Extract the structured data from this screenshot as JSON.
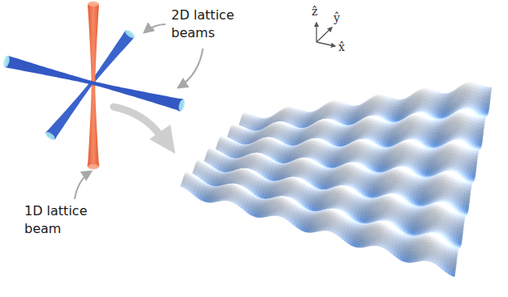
{
  "diagram": {
    "labels": [
      "2D lattice beams",
      "1D lattice beam",
      "ẑ",
      "ŷ",
      "x̂"
    ]
  }
}
